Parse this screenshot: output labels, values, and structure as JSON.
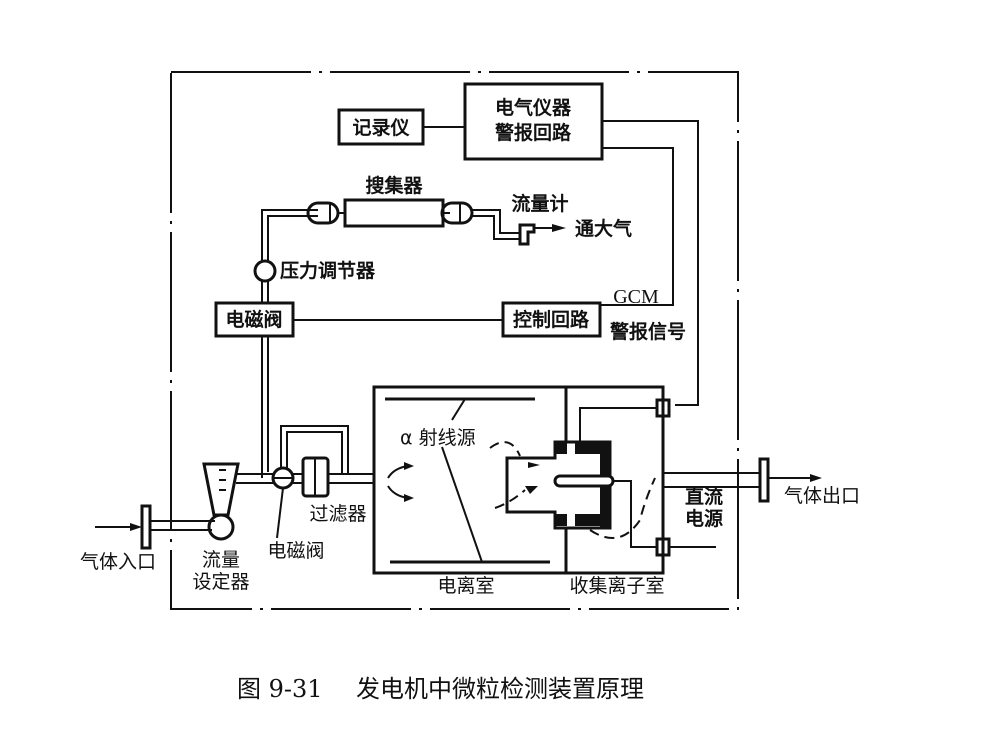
{
  "diagram": {
    "boxes": {
      "recorder": "记录仪",
      "alarm_circuit_line1": "电气仪器",
      "alarm_circuit_line2": "警报回路",
      "solenoid_valve_top": "电磁阀",
      "control_circuit": "控制回路"
    },
    "labels": {
      "collector": "搜集器",
      "flowmeter": "流量计",
      "to_atmosphere": "通大气",
      "pressure_regulator": "压力调节器",
      "gcm": "GCM",
      "alarm_signal": "警报信号",
      "alpha_source": "α 射线源",
      "gas_inlet": "气体入口",
      "flow_setter_line1": "流量",
      "flow_setter_line2": "设定器",
      "solenoid_valve_bottom": "电磁阀",
      "filter": "过滤器",
      "ionization_chamber": "电离室",
      "ion_collection_chamber": "收集离子室",
      "dc_power_line1": "直流",
      "dc_power_line2": "电源",
      "gas_outlet": "气体出口"
    },
    "caption": {
      "number": "图 9-31",
      "title": "发电机中微粒检测装置原理"
    }
  }
}
